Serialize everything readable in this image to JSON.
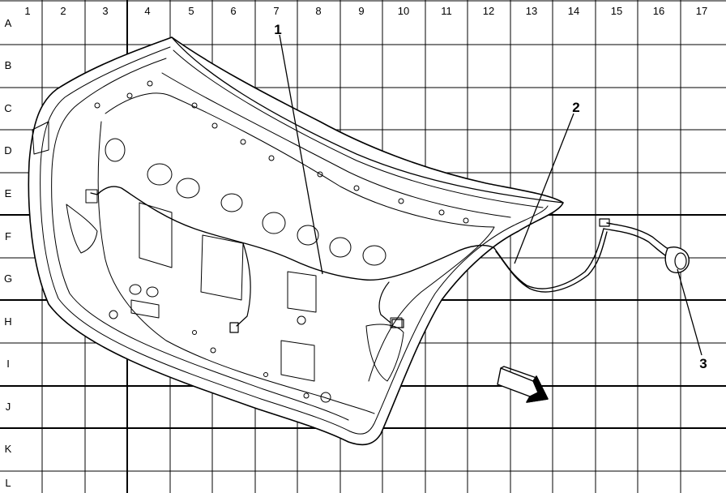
{
  "grid": {
    "columns": [
      "1",
      "2",
      "3",
      "4",
      "5",
      "6",
      "7",
      "8",
      "9",
      "10",
      "11",
      "12",
      "13",
      "14",
      "15",
      "16",
      "17"
    ],
    "rows": [
      "A",
      "B",
      "C",
      "D",
      "E",
      "F",
      "G",
      "H",
      "I",
      "J",
      "K",
      "L"
    ]
  },
  "callouts": [
    {
      "label": "1"
    },
    {
      "label": "2"
    },
    {
      "label": "3"
    }
  ],
  "colors": {
    "line": "#000000",
    "background": "#ffffff"
  }
}
